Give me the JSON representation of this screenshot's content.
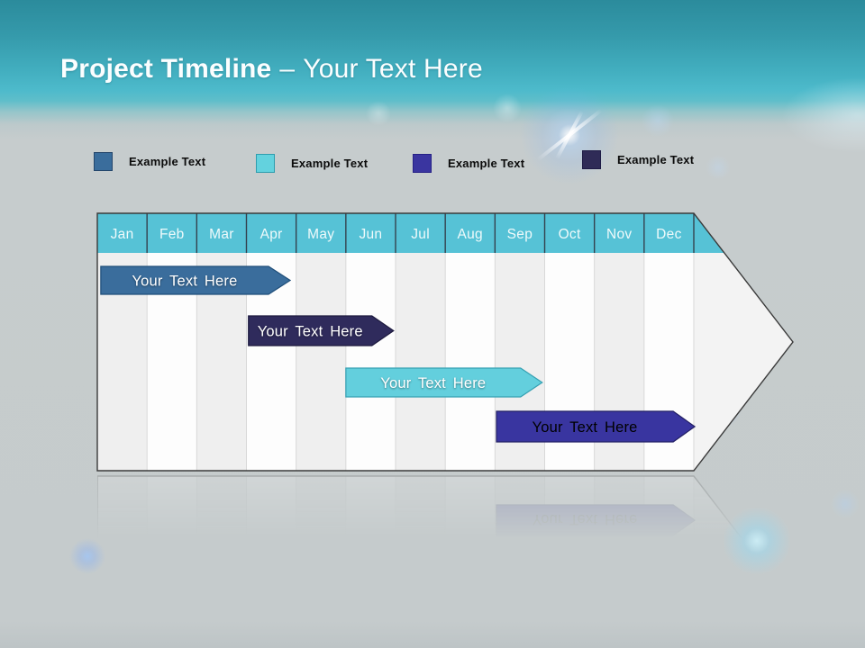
{
  "slide": {
    "title_bold": "Project Timeline",
    "title_separator": "–",
    "title_regular": "Your Text Here"
  },
  "legend": {
    "items": [
      {
        "label": "Example Text",
        "color": "#3a6d9c",
        "border": "#24466b"
      },
      {
        "label": "Example Text",
        "color": "#63d2de",
        "border": "#2e9dae"
      },
      {
        "label": "Example Text",
        "color": "#3a35a0",
        "border": "#262186"
      },
      {
        "label": "Example Text",
        "color": "#2f2b57",
        "border": "#1e1b45"
      }
    ]
  },
  "chart_data": {
    "type": "bar",
    "subtype": "gantt-project-timeline",
    "title": "Project Timeline – Your Text Here",
    "categories": [
      "Jan",
      "Feb",
      "Mar",
      "Apr",
      "May",
      "Jun",
      "Jul",
      "Aug",
      "Sep",
      "Oct",
      "Nov",
      "Dec"
    ],
    "legend_position": "top",
    "axis_note": "12 month columns inside a right-pointing arrow band",
    "series": [
      {
        "label": "Your Text Here",
        "start_month": "Jan",
        "end_month": "Apr",
        "start_index": 0.07,
        "end_index": 3.88,
        "fill": "#3a6d9c",
        "stroke": "#1f4e79",
        "text_color": "#ffffff"
      },
      {
        "label": "Your Text Here",
        "start_month": "Apr",
        "end_month": "Jun",
        "start_index": 3.04,
        "end_index": 5.96,
        "fill": "#2f2b5c",
        "stroke": "#1d1a3e",
        "text_color": "#ffffff"
      },
      {
        "label": "Your Text Here",
        "start_month": "Jun",
        "end_month": "Sep",
        "start_index": 5.0,
        "end_index": 8.95,
        "fill": "#63cfdd",
        "stroke": "#35a0b2",
        "text_color": "#ffffff"
      },
      {
        "label": "Your Text Here",
        "start_month": "Sep",
        "end_month": "Dec",
        "start_index": 8.03,
        "end_index": 12.02,
        "fill": "#3935a0",
        "stroke": "#232065",
        "text_color": "#000000"
      }
    ],
    "colors": {
      "header_band": "#56c2d6",
      "column_odd": "#efefef",
      "column_even": "#fdfdfd",
      "outline": "#3a3a3a",
      "header_divider": "#34414e",
      "body_divider": "#d8d8d8",
      "month_text": "#effafb",
      "arrow_region": "#f3f3f3"
    }
  }
}
